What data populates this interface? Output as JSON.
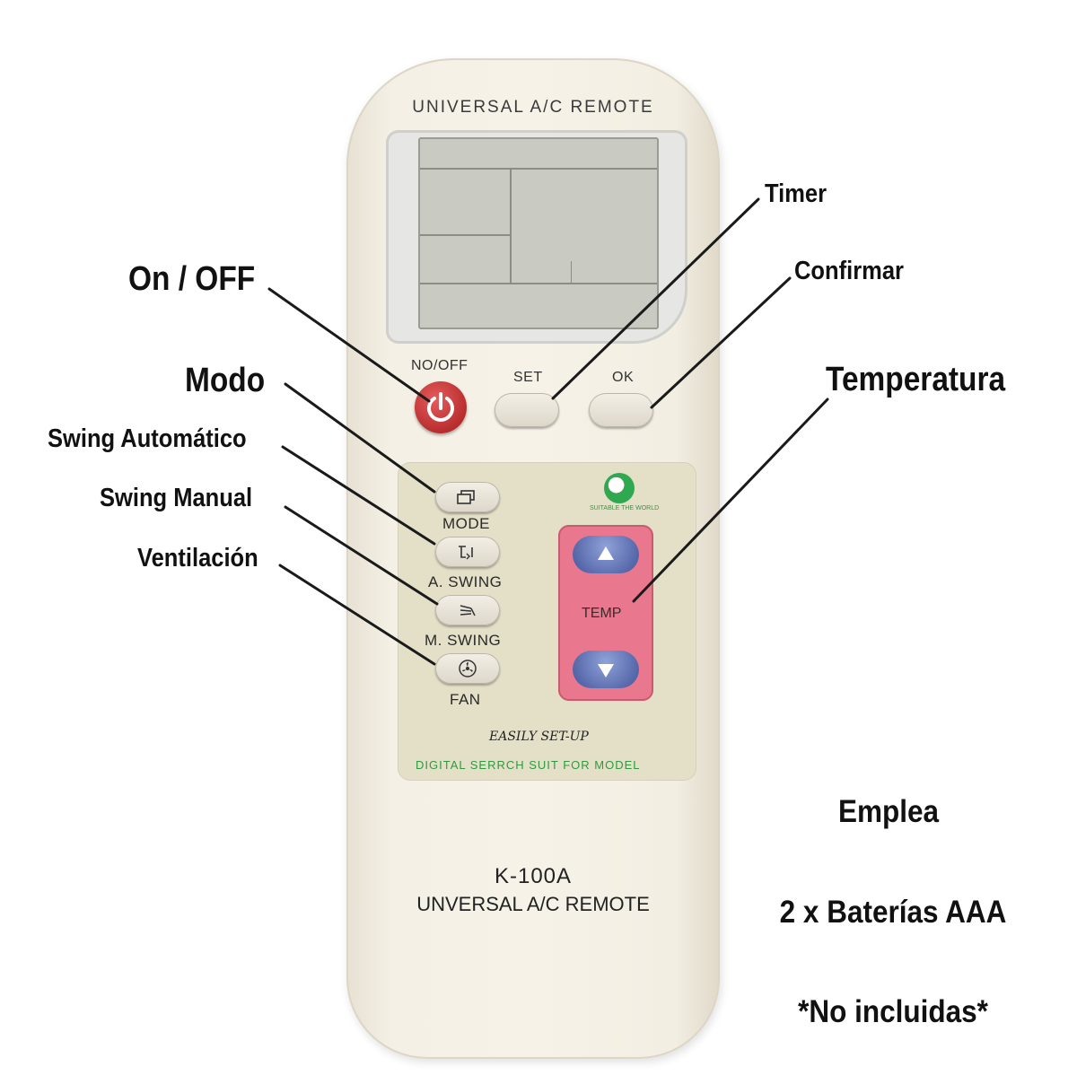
{
  "annotations": {
    "on_off": "On / OFF",
    "modo": "Modo",
    "swing_auto": "Swing Automático",
    "swing_manual": "Swing Manual",
    "ventilacion": "Ventilación",
    "timer": "Timer",
    "confirmar": "Confirmar",
    "temperatura": "Temperatura"
  },
  "info": {
    "line1": "Emplea",
    "line2": "2 x Baterías AAA",
    "line3": "*No incluidas*"
  },
  "remote": {
    "top_text": "UNIVERSAL A/C REMOTE",
    "power_label": "NO/OFF",
    "set_label": "SET",
    "ok_label": "OK",
    "mode_label": "MODE",
    "aswing_label": "A. SWING",
    "mswing_label": "M. SWING",
    "fan_label": "FAN",
    "temp_label": "TEMP",
    "easily_text": "EASILY SET-UP",
    "digital_text": "DIGITAL SERRCH SUIT FOR MODEL",
    "globe_text": "SUITABLE THE WORLD",
    "model": "K-100A",
    "model_sub": "UNVERSAL A/C REMOTE"
  },
  "colors": {
    "power_red": "#c0392b",
    "temp_pink": "#e9788e",
    "temp_buttons": "#5b6cae",
    "digital_text_green": "#2e9a3e"
  }
}
